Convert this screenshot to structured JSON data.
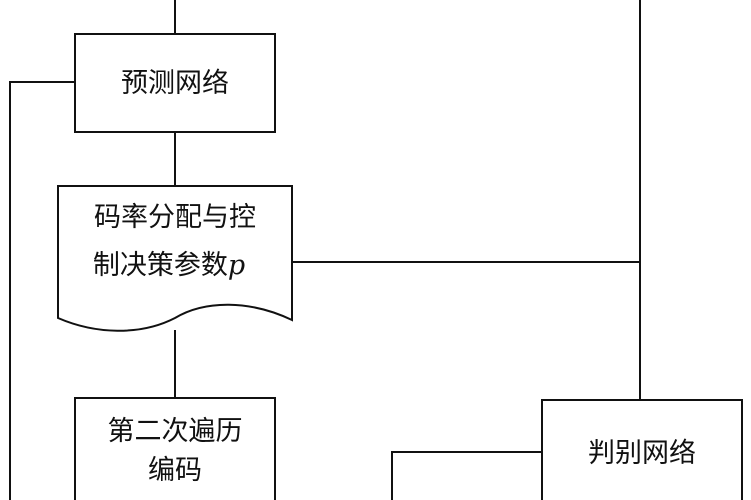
{
  "nodes": {
    "prediction_network": {
      "label": "预测网络"
    },
    "rate_param_document": {
      "line1": "码率分配与控",
      "line2_prefix": "制决策参数",
      "line2_var": "p"
    },
    "second_traversal": {
      "line1": "第二次遍历",
      "line2": "编码"
    },
    "discriminator_network": {
      "label": "判别网络"
    }
  }
}
